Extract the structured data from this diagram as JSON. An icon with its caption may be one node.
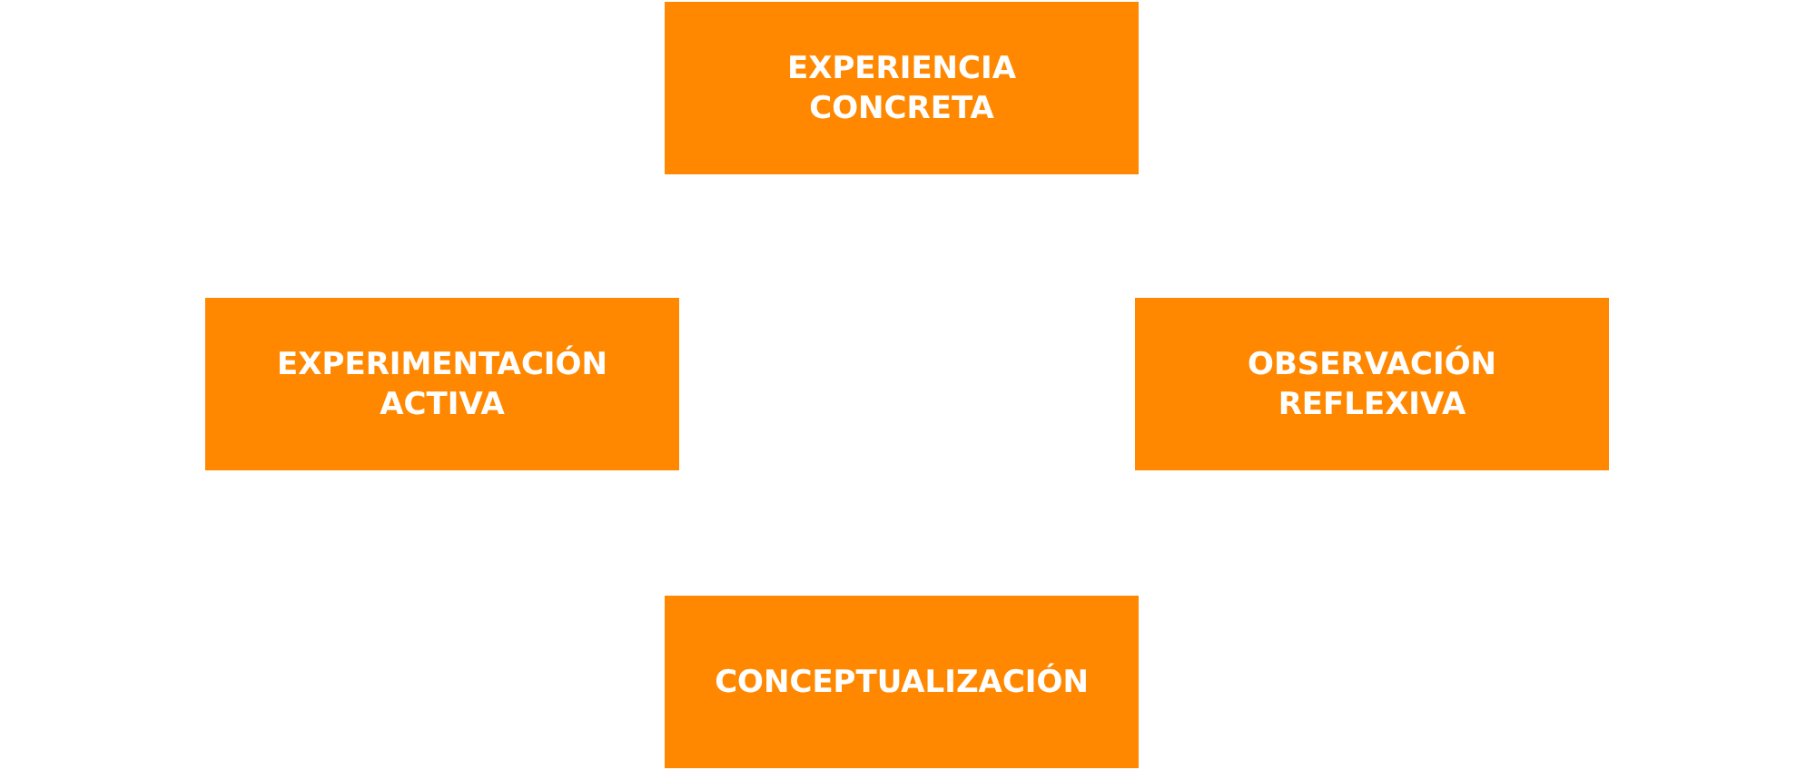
{
  "diagram": {
    "nodes": [
      {
        "text": [
          "EXPERIENCIA CONCRETA"
        ]
      },
      {
        "text": [
          "EXPERIMENTACIÓN ACTIVA"
        ]
      },
      {
        "text": [
          "OBSERVACIÓN REFLEXIVA"
        ]
      },
      {
        "text": [
          "CONCEPTUALIZACIÓN"
        ]
      }
    ]
  }
}
